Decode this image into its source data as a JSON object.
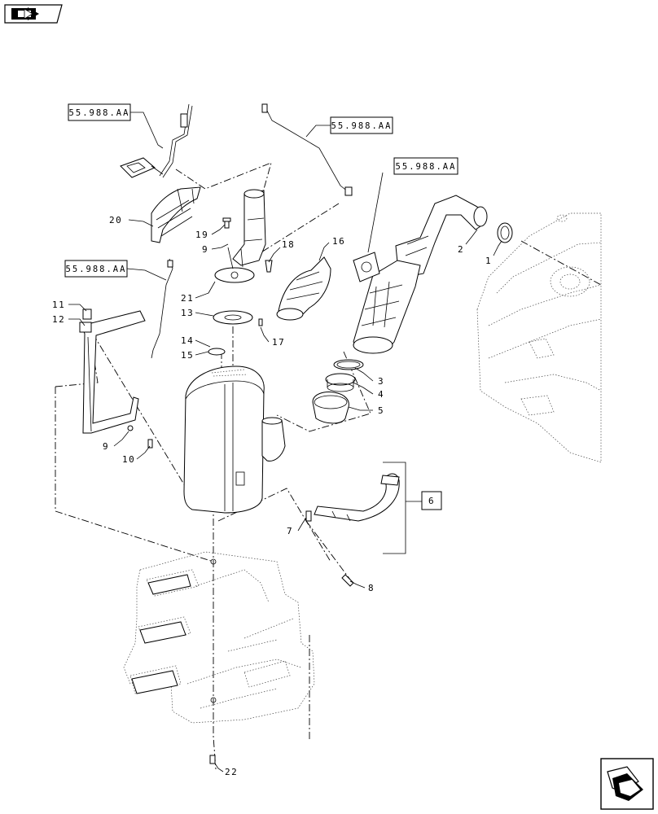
{
  "header": {
    "nav_icon": "folder-arrow-icon"
  },
  "refs": {
    "top_left": "55.988.AA",
    "top_middle": "55.988.AA",
    "top_right": "55.988.AA",
    "mid_left": "55.988.AA"
  },
  "callouts": {
    "c1": "1",
    "c2": "2",
    "c3": "3",
    "c4": "4",
    "c5": "5",
    "c6": "6",
    "c7": "7",
    "c8": "8",
    "c9a": "9",
    "c9b": "9",
    "c10": "10",
    "c11": "11",
    "c12": "12",
    "c13": "13",
    "c14": "14",
    "c15": "15",
    "c16": "16",
    "c17": "17",
    "c18": "18",
    "c19": "19",
    "c20": "20",
    "c21": "21",
    "c22": "22"
  },
  "footer": {
    "next_icon": "next-page-arrow-icon"
  }
}
